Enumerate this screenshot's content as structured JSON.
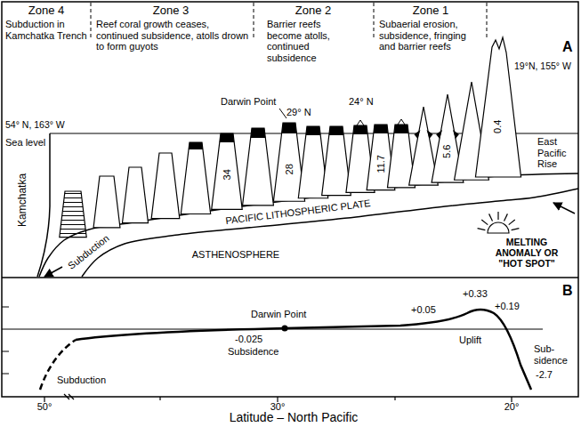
{
  "diagram": {
    "labels": [
      "A",
      "Zone 4",
      "Subduction in Kamchatka Trench",
      "Zone 3",
      "Reef coral growth ceases, continued subsidence, atolls drown to form guyots",
      "Zone 2",
      "Barrier reefs become atolls, continued subsidence",
      "Zone 1",
      "Subaerial erosion, subsidence, fringing and barrier reefs",
      "54° N, 163° W",
      "19°N, 155° W",
      "Sea level",
      "Darwin Point",
      "29° N",
      "24° N",
      "Kamchatka",
      "34",
      "28",
      "11.7",
      "5.6",
      "0.4",
      "East Pacific Rise",
      "PACIFIC LITHOSPHERIC PLATE",
      "Subduction",
      "ASTHENOSPHERE",
      "MELTING ANOMALY OR \"HOT SPOT\"",
      "B",
      "Darwin Point",
      "+0.05",
      "+0.33",
      "+0.19",
      "Uplift",
      "-0.025",
      "Subsidence",
      "Sub- sidence",
      "-2.7",
      "Subduction",
      "50°",
      "30°",
      "20°",
      "Latitude – North Pacific"
    ]
  }
}
